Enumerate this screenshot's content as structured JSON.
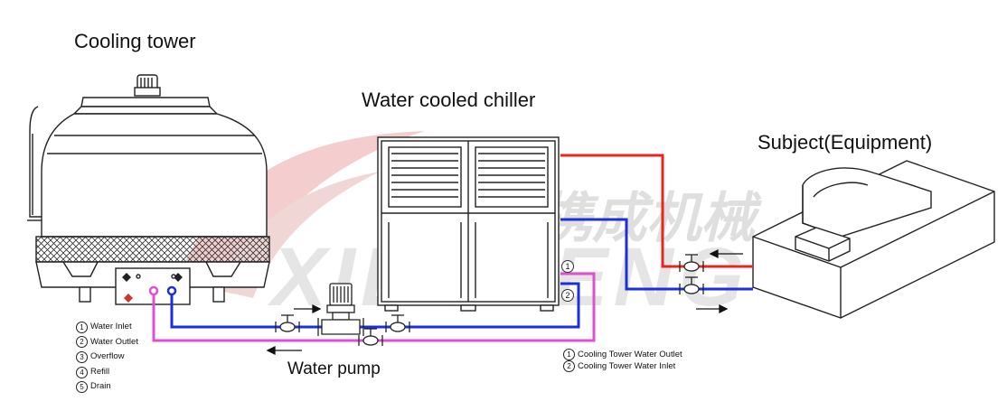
{
  "titles": {
    "cooling_tower": "Cooling tower",
    "chiller": "Water cooled chiller",
    "subject": "Subject(Equipment)",
    "pump": "Water pump"
  },
  "watermark": {
    "chinese": "携成机械",
    "latin": "XIECHENG"
  },
  "tower_legend": [
    {
      "num": "1",
      "label": "Water Inlet"
    },
    {
      "num": "2",
      "label": "Water Outlet"
    },
    {
      "num": "3",
      "label": "Overflow"
    },
    {
      "num": "4",
      "label": "Refill"
    },
    {
      "num": "5",
      "label": "Drain"
    }
  ],
  "chiller_legend": [
    {
      "num": "1",
      "label": "Cooling Tower Water Outlet"
    },
    {
      "num": "2",
      "label": "Cooling Tower Water Inlet"
    }
  ],
  "chiller_ports": [
    "1",
    "2"
  ],
  "colors": {
    "hot_pipe": "#e8261f",
    "cold_pipe": "#1c2fd8",
    "tower_loop": "#e04fd2",
    "line": "#222222",
    "watermark": "#d9d9d9",
    "watermark_red": "#f1c8c8"
  }
}
